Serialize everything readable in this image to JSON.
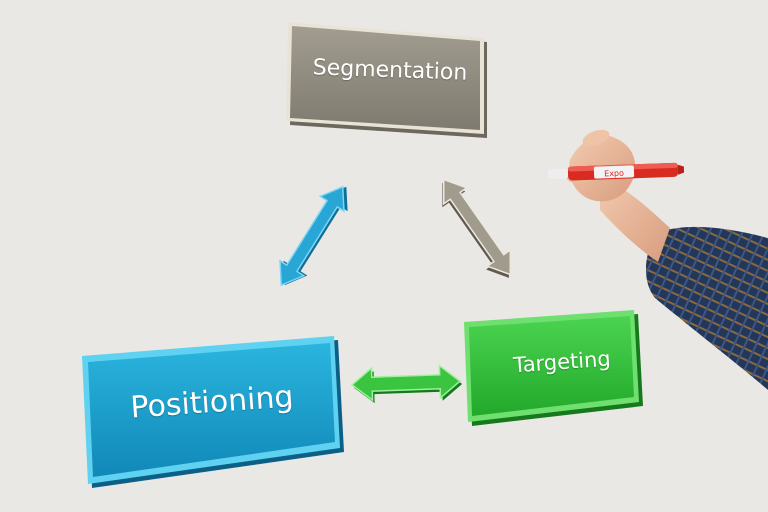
{
  "diagram": {
    "nodes": [
      {
        "id": "segmentation",
        "label": "Segmentation",
        "color": "#8f8a7e"
      },
      {
        "id": "targeting",
        "label": "Targeting",
        "color": "#33c03a"
      },
      {
        "id": "positioning",
        "label": "Positioning",
        "color": "#1aa3cc"
      }
    ],
    "edges": [
      {
        "from": "segmentation",
        "to": "positioning",
        "bidirectional": true,
        "color": "#1f98c6"
      },
      {
        "from": "segmentation",
        "to": "targeting",
        "bidirectional": true,
        "color": "#9c968a"
      },
      {
        "from": "positioning",
        "to": "targeting",
        "bidirectional": true,
        "color": "#33c03a"
      }
    ]
  },
  "marker_text": "Expo"
}
